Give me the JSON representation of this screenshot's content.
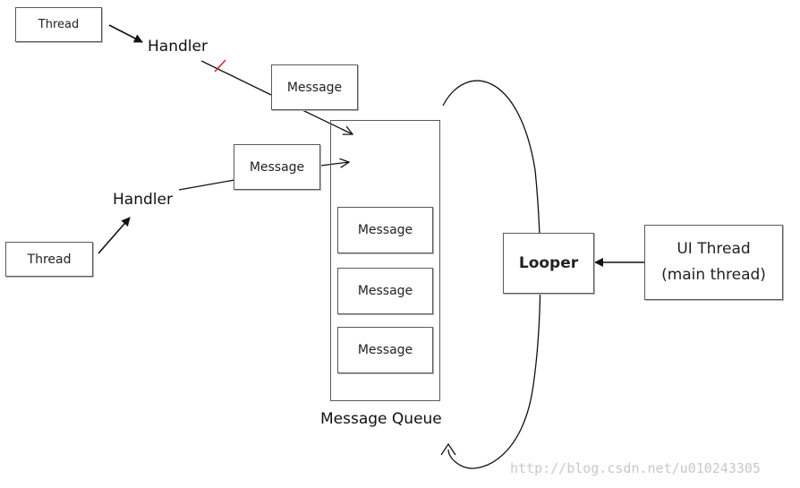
{
  "threads": [
    {
      "label": "Thread"
    },
    {
      "label": "Thread"
    }
  ],
  "handlers": [
    {
      "label": "Handler"
    },
    {
      "label": "Handler"
    }
  ],
  "incoming_messages": [
    {
      "label": "Message"
    },
    {
      "label": "Message"
    }
  ],
  "queue": {
    "label": "Message Queue",
    "messages": [
      {
        "label": "Message"
      },
      {
        "label": "Message"
      },
      {
        "label": "Message"
      }
    ]
  },
  "looper": {
    "label": "Looper"
  },
  "ui_thread": {
    "line1": "UI Thread",
    "line2": "(main thread)"
  },
  "watermark": "http://blog.csdn.net/u010243305"
}
